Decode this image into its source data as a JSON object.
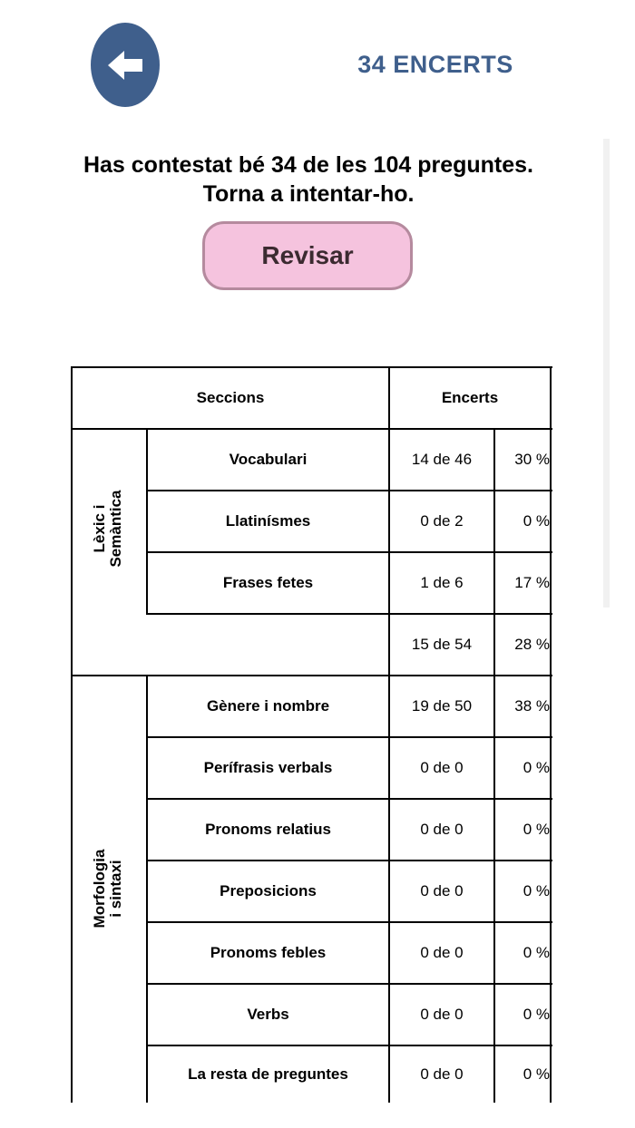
{
  "header": {
    "back_icon": "arrow-left-icon",
    "score": "34 ENCERTS"
  },
  "message": {
    "line1": "Has contestat bé 34 de les 104 preguntes.",
    "line2": "Torna a intentar-ho."
  },
  "review_button": "Revisar",
  "table": {
    "headers": {
      "sections": "Seccions",
      "hits": "Encerts"
    },
    "groups": [
      {
        "label_line1": "Lèxic i",
        "label_line2": "Semàntica",
        "rows": [
          {
            "name": "Vocabulari",
            "count": "14 de 46",
            "percent": "30 %"
          },
          {
            "name": "Llatinísmes",
            "count": "0 de 2",
            "percent": "0 %"
          },
          {
            "name": "Frases fetes",
            "count": "1 de 6",
            "percent": "17 %"
          }
        ],
        "total": {
          "count": "15 de 54",
          "percent": "28 %"
        }
      },
      {
        "label_line1": "Morfologia",
        "label_line2": "i sintaxi",
        "rows": [
          {
            "name": "Gènere i nombre",
            "count": "19 de 50",
            "percent": "38 %"
          },
          {
            "name": "Perífrasis verbals",
            "count": "0 de 0",
            "percent": "0 %"
          },
          {
            "name": "Pronoms relatius",
            "count": "0 de 0",
            "percent": "0 %"
          },
          {
            "name": "Preposicions",
            "count": "0 de 0",
            "percent": "0 %"
          },
          {
            "name": "Pronoms febles",
            "count": "0 de 0",
            "percent": "0 %"
          },
          {
            "name": "Verbs",
            "count": "0 de 0",
            "percent": "0 %"
          },
          {
            "name": "La resta de preguntes",
            "count": "0 de 0",
            "percent": "0 %"
          }
        ]
      }
    ]
  },
  "colors": {
    "accent": "#3f5f8c",
    "button_bg": "#f5c3de",
    "button_border": "#b58a9e"
  }
}
